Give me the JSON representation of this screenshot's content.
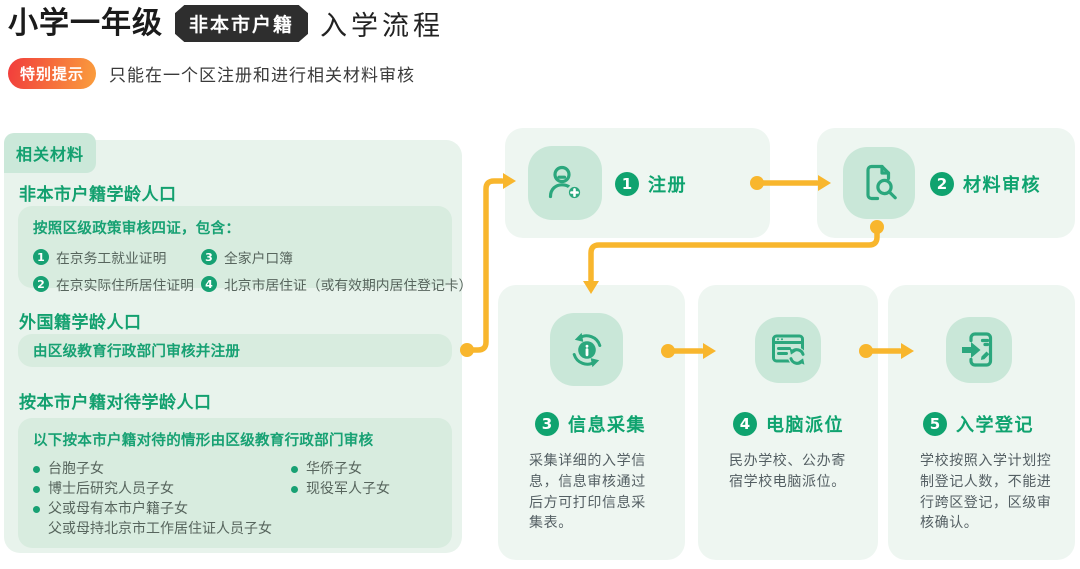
{
  "header": {
    "title": "小学一年级",
    "title_badge": "非本市户籍",
    "title_suffix": "入学流程",
    "tip_label": "特别提示",
    "tip_text": "只能在一个区注册和进行相关材料审核"
  },
  "materials": {
    "tag": "相关材料",
    "section1": {
      "heading": "非本市户籍学龄人口",
      "box_title": "按照区级政策审核四证，包含：",
      "items": [
        {
          "num": "1",
          "text": "在京务工就业证明"
        },
        {
          "num": "3",
          "text": "全家户口簿"
        },
        {
          "num": "2",
          "text": "在京实际住所居住证明"
        },
        {
          "num": "4",
          "text": "北京市居住证（或有效期内居住登记卡）"
        }
      ]
    },
    "section2": {
      "heading": "外国籍学龄人口",
      "box_title": "由区级教育行政部门审核并注册"
    },
    "section3": {
      "heading": "按本市户籍对待学龄人口",
      "box_title": "以下按本市户籍对待的情形由区级教育行政部门审核",
      "col1": [
        "台胞子女",
        "博士后研究人员子女",
        "父或母有本市户籍子女"
      ],
      "col2": [
        "华侨子女",
        "现役军人子女"
      ],
      "note": "父或母持北京市工作居住证人员子女"
    }
  },
  "flow": {
    "steps": [
      {
        "num": "1",
        "title": "注册",
        "icon": "user-add-icon"
      },
      {
        "num": "2",
        "title": "材料审核",
        "icon": "file-search-icon"
      },
      {
        "num": "3",
        "title": "信息采集",
        "icon": "info-sync-icon",
        "desc": "采集详细的入学信\n息，信息审核通过\n后方可打印信息采\n集表。"
      },
      {
        "num": "4",
        "title": "电脑派位",
        "icon": "computer-sync-icon",
        "desc": "民办学校、公办寄\n宿学校电脑派位。"
      },
      {
        "num": "5",
        "title": "入学登记",
        "icon": "register-doc-icon",
        "desc": "学校按照入学计划控\n制登记人数，不能进\n行跨区登记，区级审\n核确认。"
      }
    ]
  },
  "colors": {
    "green": "#17a173",
    "step_green": "#0fa36f",
    "icon_green": "#2ba77d",
    "tile_bg": "#c9e7d8",
    "panel_bg": "#e8f3ec",
    "inner_box_bg": "#d8ecdf",
    "card_bg": "#eef6f1",
    "arrow_yellow": "#f8b62d",
    "tip_gradient_start": "#f13c3c",
    "tip_gradient_end": "#fa9e3d",
    "title_badge_bg": "#2e2e2e",
    "body_text": "#57655d"
  }
}
